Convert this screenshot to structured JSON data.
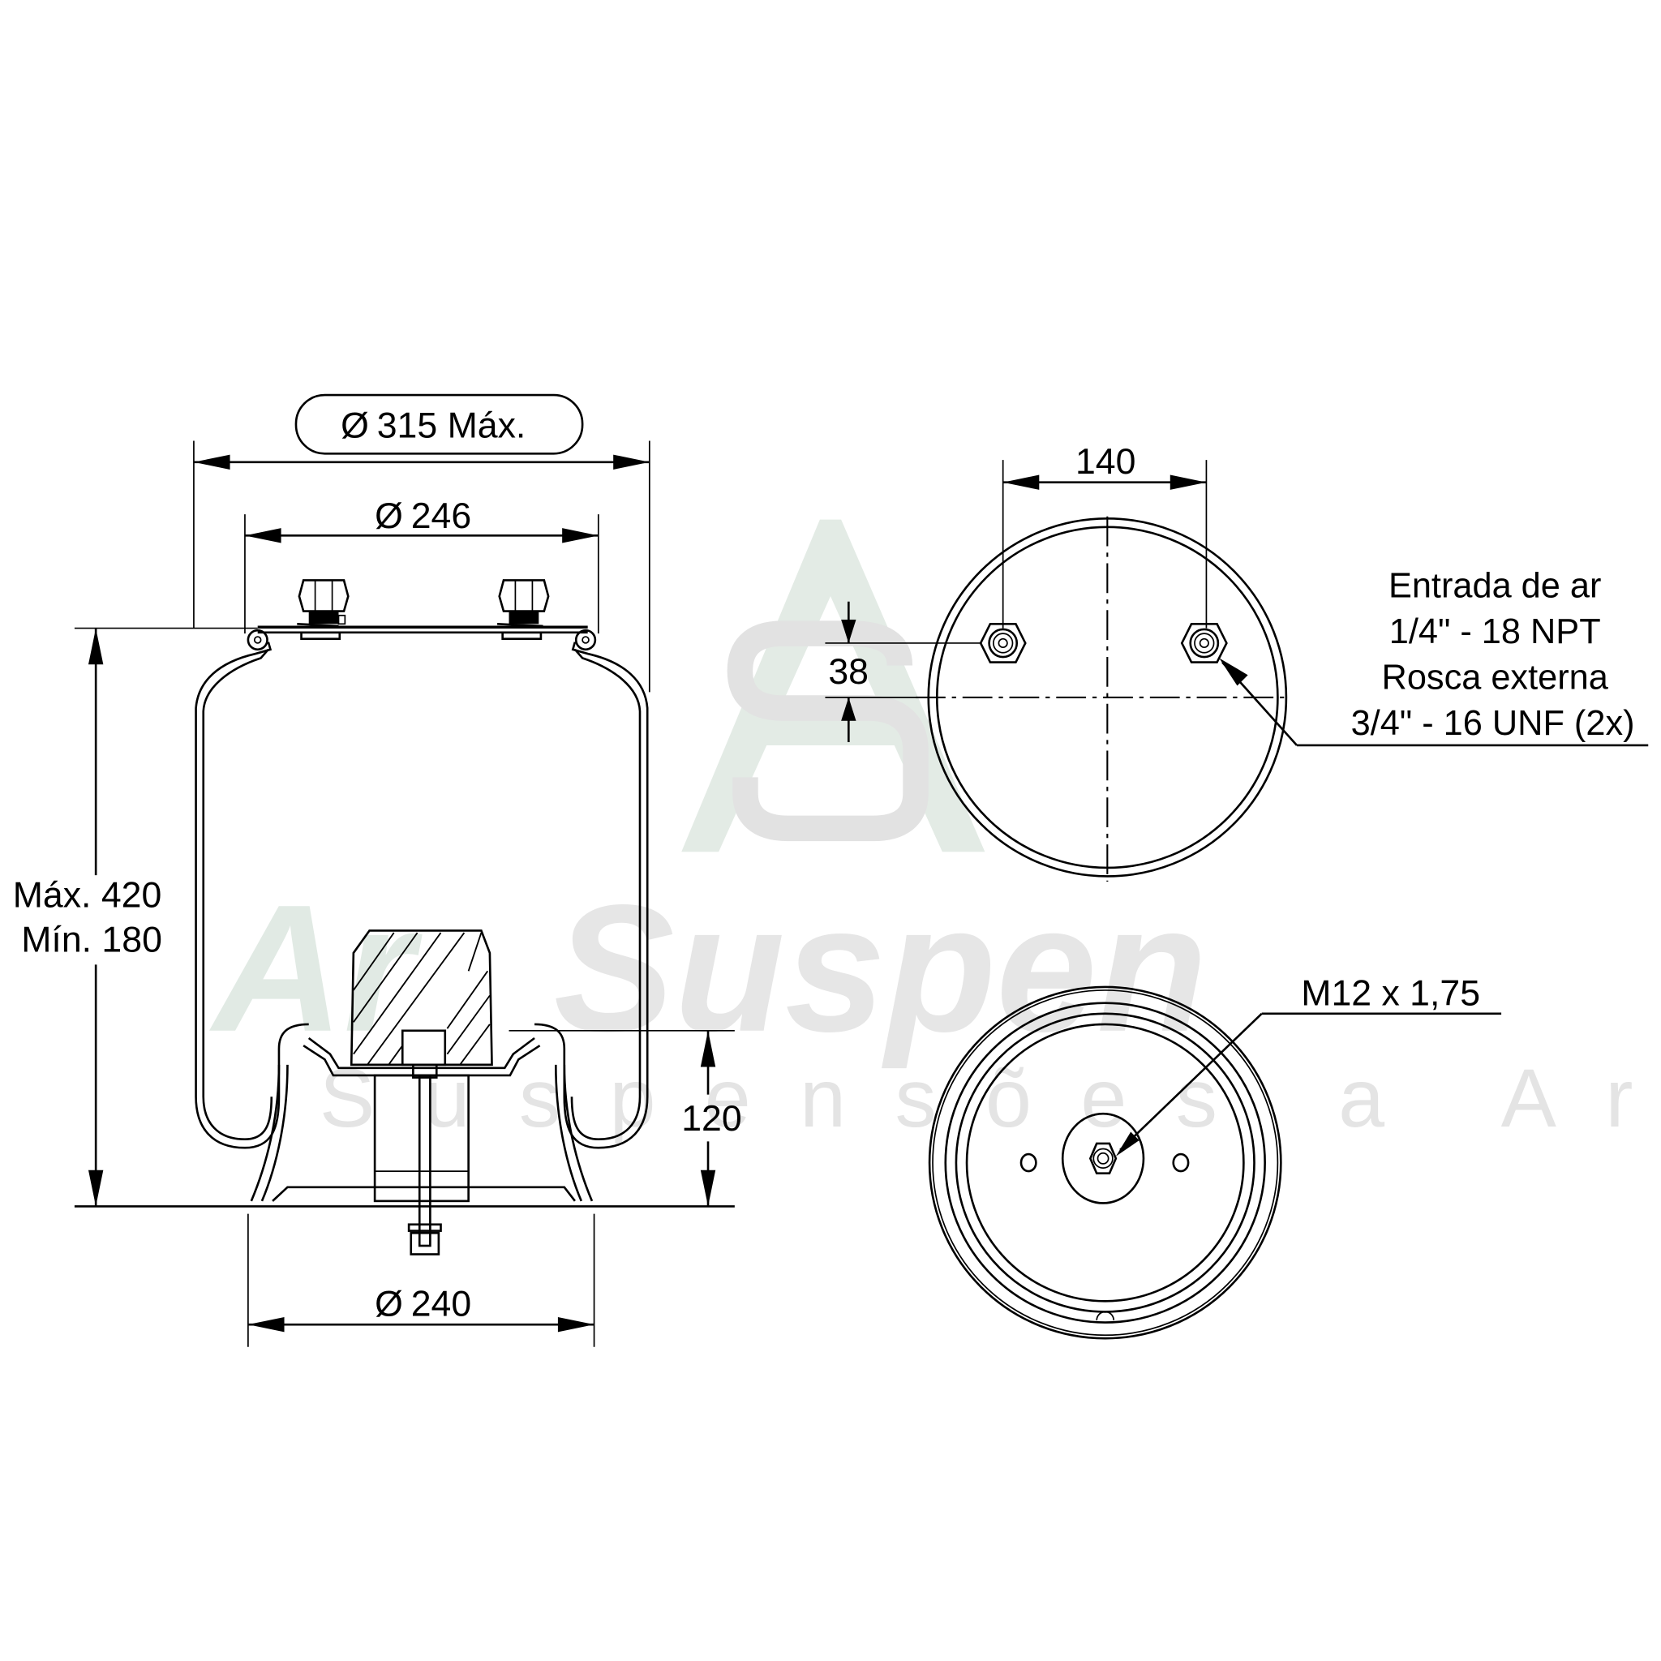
{
  "drawing": {
    "title": "Air spring technical drawing",
    "side_view": {
      "dim_outer_diameter": {
        "symbol": "Ø",
        "value": "315 Máx."
      },
      "dim_plate_diameter": {
        "symbol": "Ø",
        "value": "246"
      },
      "dim_height_max": "Máx. 420",
      "dim_height_min": "Mín. 180",
      "dim_piston_height": "120",
      "dim_base_diameter": {
        "symbol": "Ø",
        "value": "240"
      }
    },
    "top_view": {
      "dim_stud_spacing": "140",
      "dim_offset": "38",
      "note_lines": [
        "Entrada de ar",
        "1/4\" - 18 NPT",
        "Rosca externa",
        "3/4\" - 16 UNF (2x)"
      ]
    },
    "bottom_view": {
      "thread_label": "M12 x 1,75"
    },
    "watermark": {
      "brand_part1": "Ar",
      "brand_part2": "Suspen",
      "tagline": "Suspensões a Ar",
      "color_green": "#e1eae4",
      "color_grey": "#e6e6e6"
    },
    "colors": {
      "line": "#000000",
      "background": "#ffffff"
    }
  }
}
